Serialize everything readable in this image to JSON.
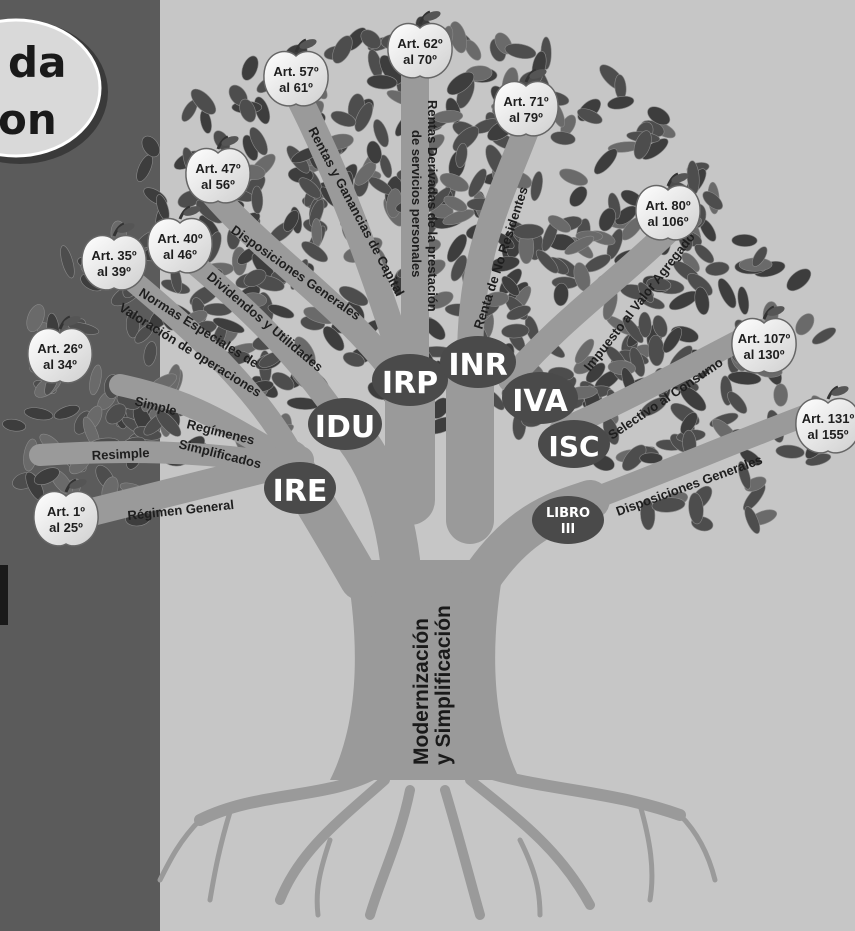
{
  "banner": {
    "line1": "da",
    "line2": "on"
  },
  "trunk": {
    "line1": "Modernización",
    "line2": "y Simplificación"
  },
  "nodes": {
    "IRE": "IRE",
    "IDU": "IDU",
    "IRP": "IRP",
    "INR": "INR",
    "IVA": "IVA",
    "ISC": "ISC",
    "LIBRO_1": "LIBRO",
    "LIBRO_2": "III"
  },
  "branches": {
    "regimen_general": "Régimen General",
    "resimple": "Resimple",
    "simple": "Simple",
    "regimenes_1": "Regímenes",
    "regimenes_2": "Simplificados",
    "normas_1": "Normas Especiales de",
    "normas_2": "Valoración de operaciones",
    "dividendos": "Dividendos y Utilidades",
    "disp_generales_irp": "Disposiciones Generales",
    "rentas_capital": "Rentas y Ganancias de Capital",
    "rentas_servicios_1": "Rentas Derivadas de la prestación",
    "rentas_servicios_2": "de servicios personales",
    "renta_no_residentes": "Renta de No Residentes",
    "iva": "Impuesto al Valor Agregado",
    "selectivo": "Selectivo al Consumo",
    "disp_generales_libro": "Disposiciones Generales"
  },
  "apples": [
    {
      "id": "art1",
      "line1": "Art. 1º",
      "line2": "al 25º"
    },
    {
      "id": "art26",
      "line1": "Art. 26º",
      "line2": "al 34º"
    },
    {
      "id": "art35",
      "line1": "Art. 35º",
      "line2": "al 39º"
    },
    {
      "id": "art40",
      "line1": "Art. 40º",
      "line2": "al 46º"
    },
    {
      "id": "art47",
      "line1": "Art. 47º",
      "line2": "al 56º"
    },
    {
      "id": "art57",
      "line1": "Art. 57º",
      "line2": "al 61º"
    },
    {
      "id": "art62",
      "line1": "Art. 62º",
      "line2": "al 70º"
    },
    {
      "id": "art71",
      "line1": "Art. 71º",
      "line2": "al 79º"
    },
    {
      "id": "art80",
      "line1": "Art. 80º",
      "line2": "al 106º"
    },
    {
      "id": "art107",
      "line1": "Art. 107º",
      "line2": "al 130º"
    },
    {
      "id": "art131",
      "line1": "Art. 131º",
      "line2": "al 155º"
    }
  ],
  "colors": {
    "background": "#c6c6c6",
    "left_panel": "#5b5b5b",
    "tree": "#9a9a9a",
    "leaf": "#555555",
    "node": "#4a4a4a",
    "apple": "#f2f2f2"
  }
}
